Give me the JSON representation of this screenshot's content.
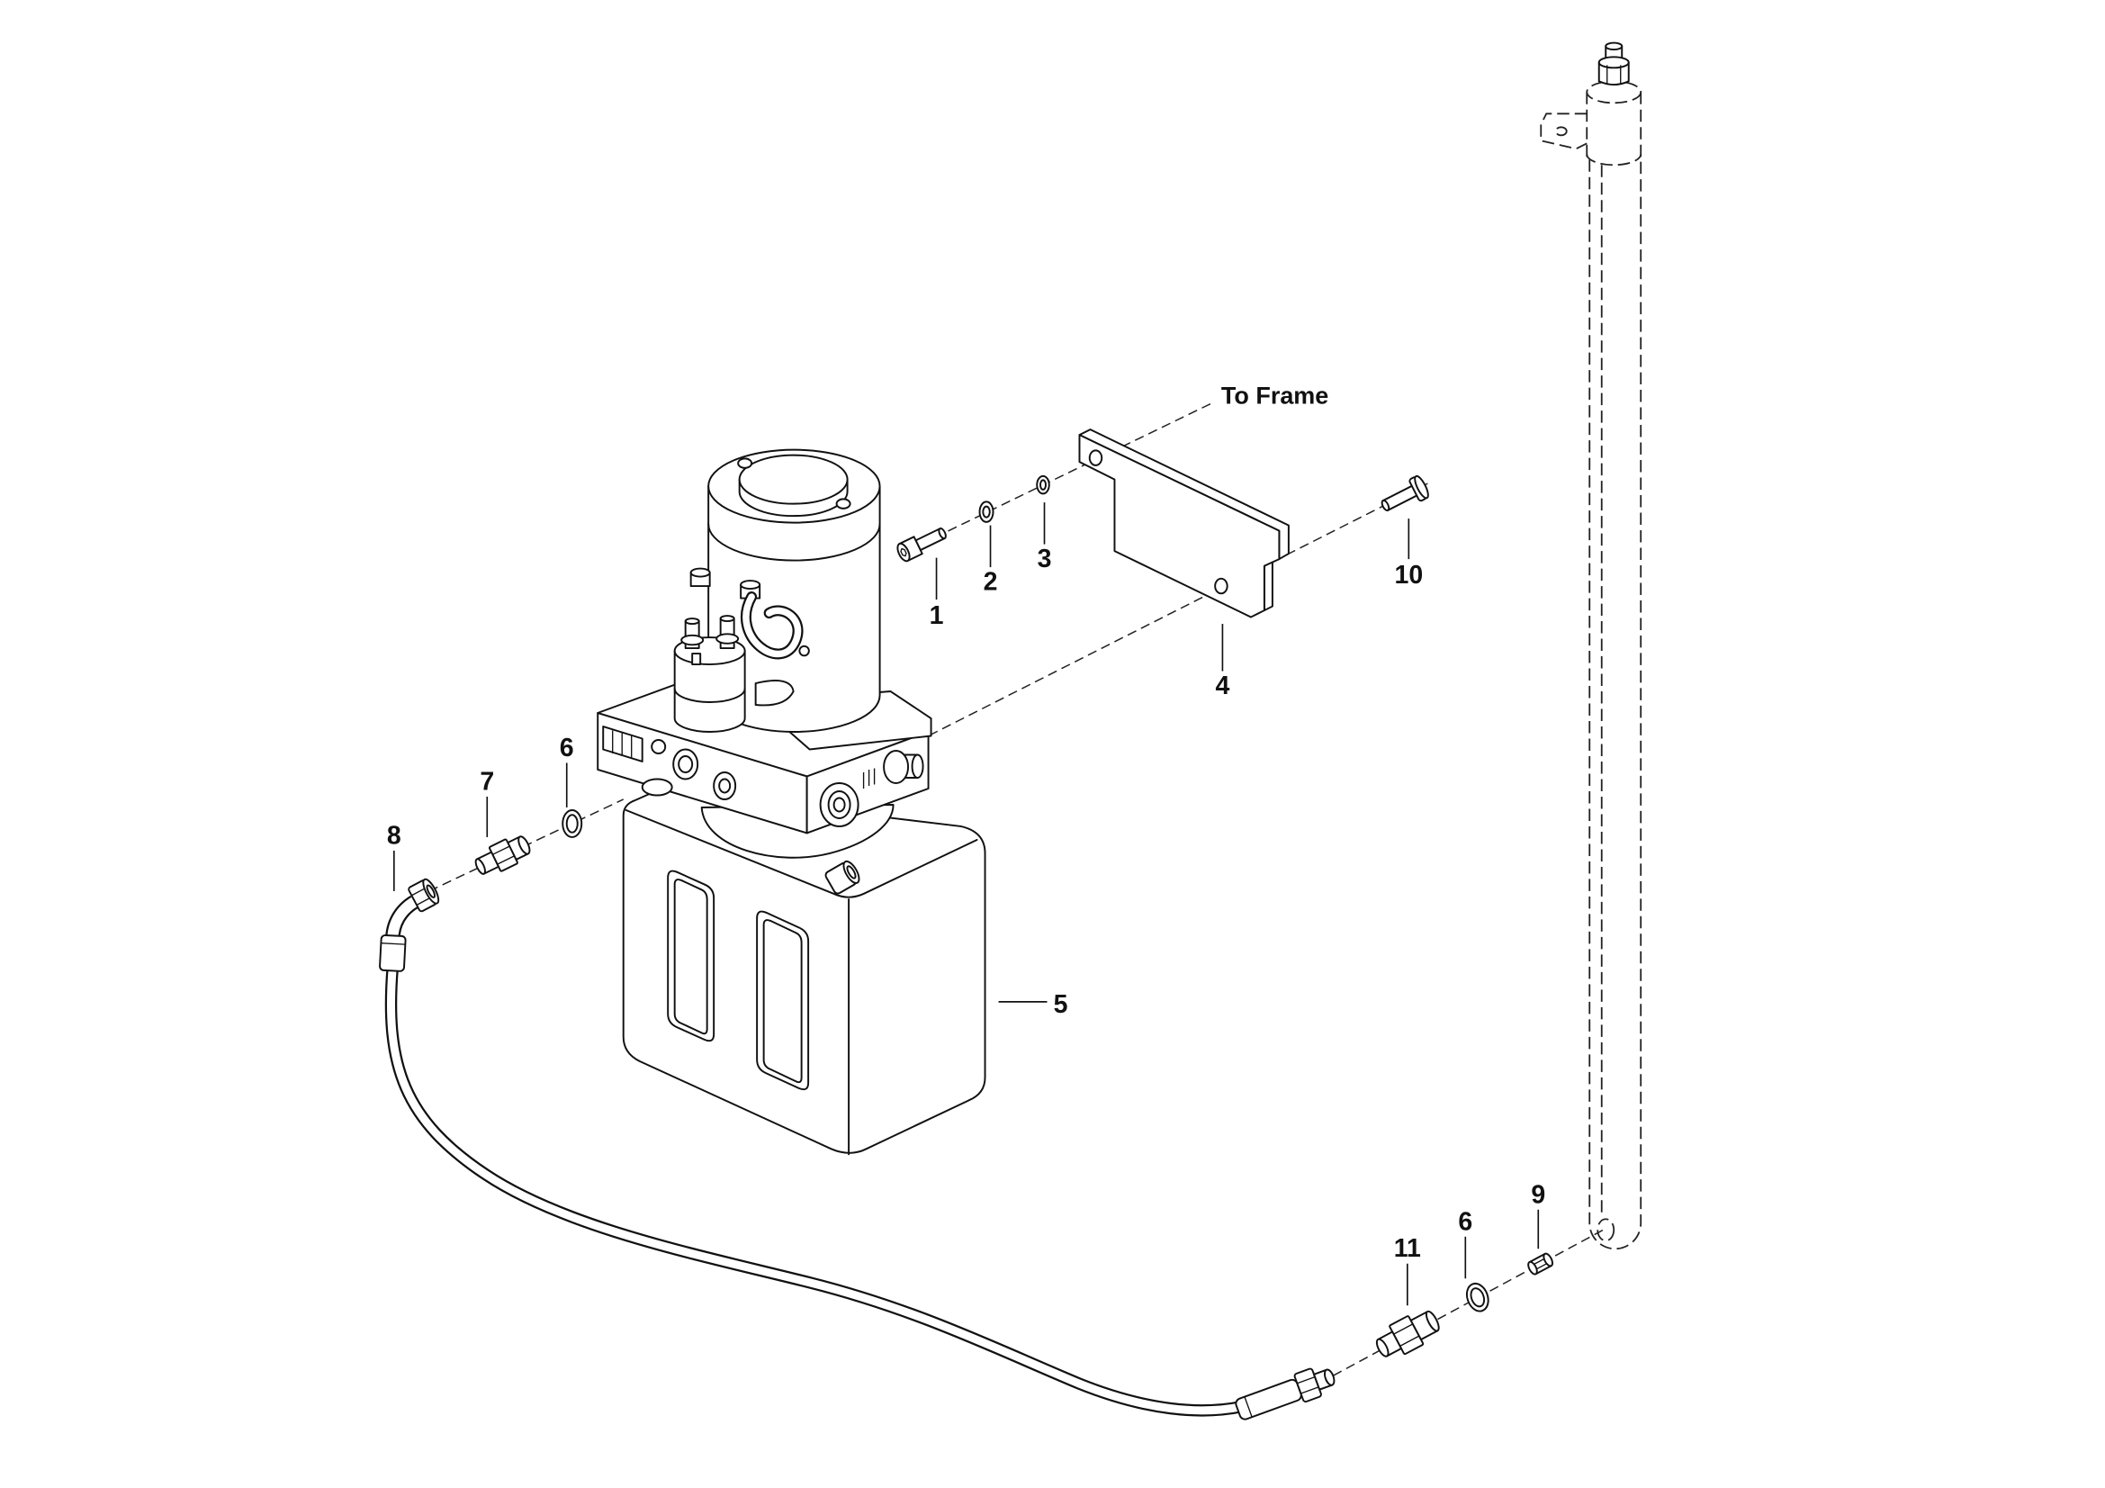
{
  "diagram": {
    "note_label": "To Frame",
    "callouts": {
      "item_1": "1",
      "item_2": "2",
      "item_3": "3",
      "item_4": "4",
      "item_5": "5",
      "item_6_pump": "6",
      "item_7": "7",
      "item_8": "8",
      "item_9": "9",
      "item_10": "10",
      "item_11": "11",
      "item_6_mast": "6"
    }
  }
}
